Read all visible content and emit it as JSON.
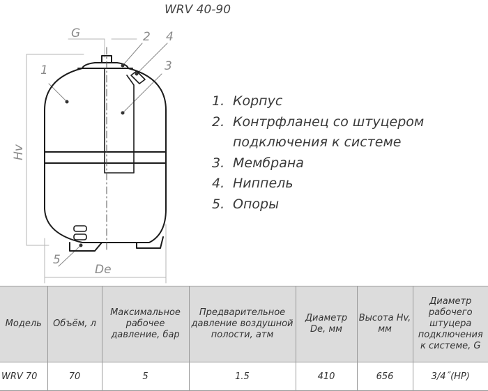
{
  "title": "WRV 40-90",
  "dimension_labels": {
    "g": "G",
    "hv": "Hv",
    "de": "De"
  },
  "callouts": [
    "1",
    "2",
    "3",
    "4",
    "5"
  ],
  "legend": [
    {
      "num": "1.",
      "text": "Корпус"
    },
    {
      "num": "2.",
      "text": "Контрфланец со штуцером"
    },
    {
      "num": "",
      "text": "подключения к системе"
    },
    {
      "num": "3.",
      "text": "Мембрана"
    },
    {
      "num": "4.",
      "text": "Ниппель"
    },
    {
      "num": "5.",
      "text": "Опоры"
    }
  ],
  "table": {
    "headers": [
      "Модель",
      "Объём, л",
      "Максимальное рабочее давление, бар",
      "Предварительное давление воздушной полости, атм",
      "Диаметр De, мм",
      "Высота Hv, мм",
      "Диаметр рабочего штуцера подключения к системе, G"
    ],
    "rows": [
      [
        "WRV 70",
        "70",
        "5",
        "1.5",
        "410",
        "656",
        "3/4˝(НР)"
      ]
    ]
  }
}
